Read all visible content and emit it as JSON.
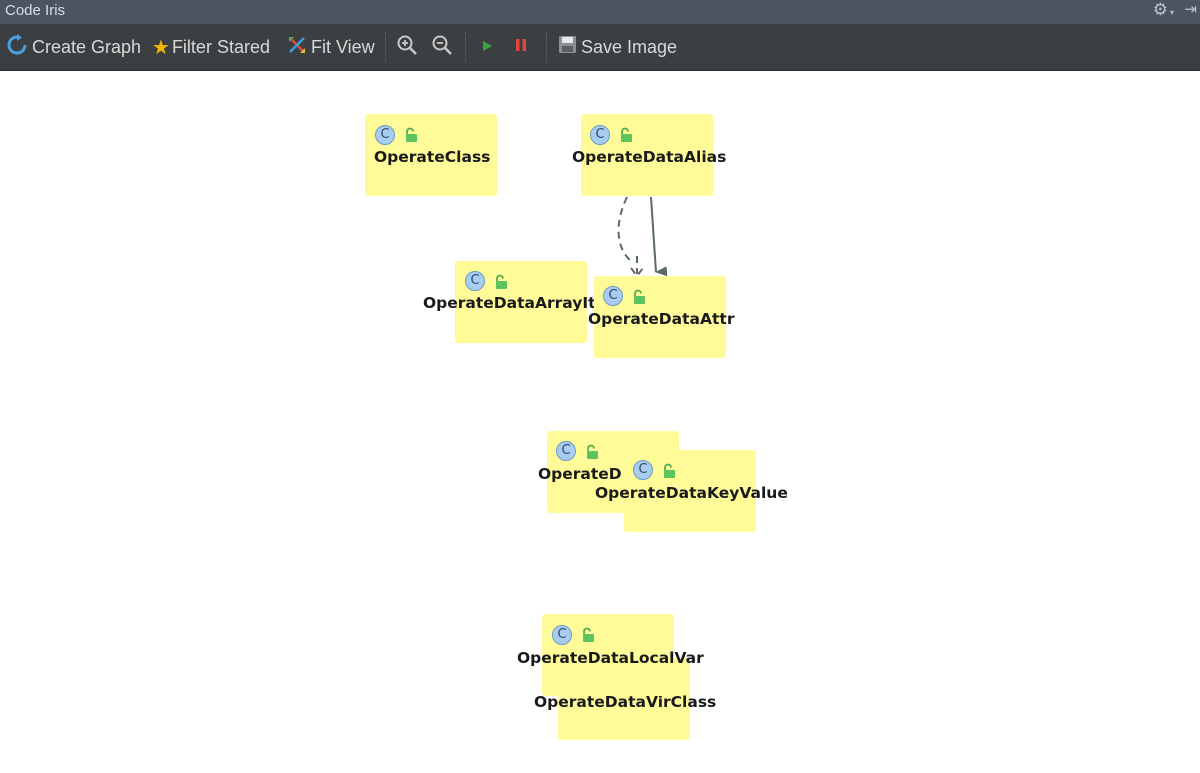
{
  "window": {
    "title": "Code Iris"
  },
  "toolbar": {
    "create_graph": "Create Graph",
    "filter_stared": "Filter Stared",
    "fit_view": "Fit View",
    "save_image": "Save Image"
  },
  "nodes": [
    {
      "id": "operate-class",
      "icon": "C",
      "label": "OperateClass"
    },
    {
      "id": "operate-data-alias",
      "icon": "C",
      "label": "OperateDataAlias"
    },
    {
      "id": "operate-data-array-item",
      "icon": "C",
      "label": "OperateDataArrayItem"
    },
    {
      "id": "operate-data-attr",
      "icon": "C",
      "label": "OperateDataAttr"
    },
    {
      "id": "operate-d",
      "icon": "C",
      "label": "OperateD"
    },
    {
      "id": "operate-data-key-value",
      "icon": "C",
      "label": "OperateDataKeyValue"
    },
    {
      "id": "operate-data-local-var",
      "icon": "C",
      "label": "OperateDataLocalVar"
    },
    {
      "id": "operate-data-vir-class",
      "label": "OperateDataVirClass"
    }
  ],
  "colors": {
    "node_fill": "#fffb98",
    "titlebar": "#4b5561",
    "toolbar": "#3c3f41",
    "edge": "#5b6b6b"
  }
}
